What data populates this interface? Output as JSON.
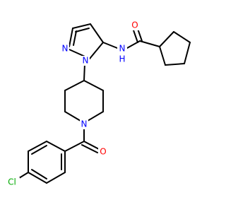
{
  "molecule": {
    "atom_labels": {
      "ring_n_upper": "N",
      "ring_n_lower": "N",
      "amide_nh_n": "N",
      "amide_nh_h": "H",
      "amide_o": "O",
      "piperidine_n": "N",
      "benzoyl_o": "O",
      "chlorine": "Cl"
    }
  },
  "colors": {
    "background": "#ffffff",
    "bond": "#000000",
    "nitrogen": "#0000ff",
    "oxygen": "#ff0000",
    "chlorine": "#00aa00"
  }
}
